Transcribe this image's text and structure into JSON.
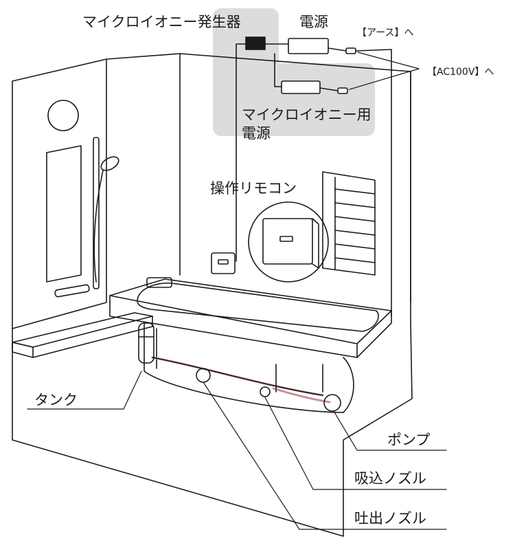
{
  "labels": {
    "ion_generator": "マイクロイオニー発生器",
    "power": "電源",
    "earth": "【アース】へ",
    "ac100v": "【AC100V】へ",
    "ion_power_line1": "マイクロイオニー用",
    "ion_power_line2": "電源",
    "remote": "操作リモコン",
    "tank": "タンク",
    "pump": "ポンプ",
    "suction_nozzle": "吸込ノズル",
    "discharge_nozzle": "吐出ノズル"
  },
  "colors": {
    "line": "#1a1a1a",
    "highlight_box": "#dcdcdc",
    "pipe_accent": "#c98e96",
    "background": "#ffffff"
  }
}
